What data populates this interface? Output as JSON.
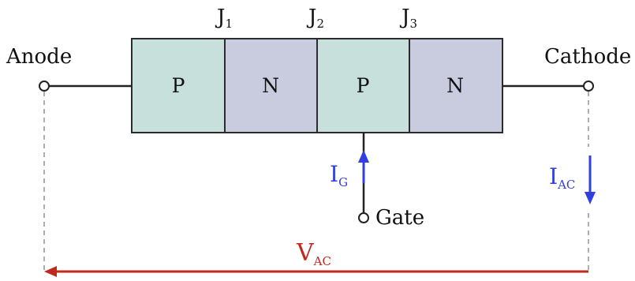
{
  "terminals": {
    "anode": "Anode",
    "cathode": "Cathode",
    "gate": "Gate"
  },
  "junctions": [
    {
      "main": "J",
      "sub": "1"
    },
    {
      "main": "J",
      "sub": "2"
    },
    {
      "main": "J",
      "sub": "3"
    }
  ],
  "layers": [
    {
      "label": "P",
      "color": "#c7e0db"
    },
    {
      "label": "N",
      "color": "#c9cbdf"
    },
    {
      "label": "P",
      "color": "#c7e0db"
    },
    {
      "label": "N",
      "color": "#c9cbdf"
    }
  ],
  "currents": {
    "gate": {
      "main": "I",
      "sub": "G",
      "color": "#2f3fe0"
    },
    "anode_cathode": {
      "main": "I",
      "sub": "AC",
      "color": "#2f3fe0"
    }
  },
  "voltage": {
    "main": "V",
    "sub": "AC",
    "color": "#c0291e"
  }
}
